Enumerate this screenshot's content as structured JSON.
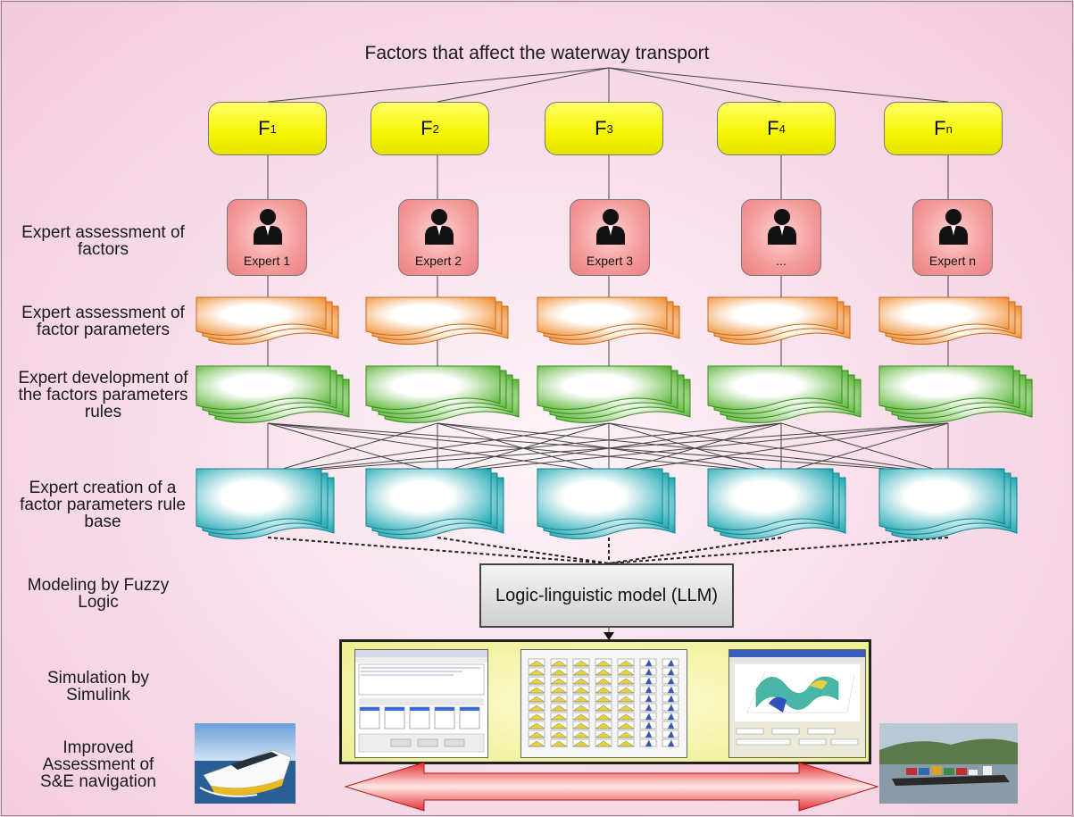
{
  "title": "Factors that affect the waterway transport",
  "row_labels": {
    "experts": "Expert assessment of factors",
    "parameters": "Expert assessment of factor parameters",
    "rules": "Expert development of the factors parameters rules",
    "rule_base": "Expert creation of a factor parameters rule base",
    "modeling": "Modeling by Fuzzy Logic",
    "simulation": "Simulation by Simulink",
    "improved": "Improved Assessment of S&E navigation"
  },
  "factors": [
    {
      "letter": "F",
      "index": "1"
    },
    {
      "letter": "F",
      "index": "2"
    },
    {
      "letter": "F",
      "index": "3"
    },
    {
      "letter": "F",
      "index": "4"
    },
    {
      "letter": "F",
      "index": "n"
    }
  ],
  "experts": [
    "Expert 1",
    "Expert 2",
    "Expert 3",
    "...",
    "Expert n"
  ],
  "model_label": "Logic-linguistic model (LLM)",
  "colors": {
    "factor_box": "#f5f500",
    "expert_box": "#f49a9a",
    "parameter_docs": "#f08c2e",
    "rule_docs": "#55b430",
    "rule_base_docs": "#1fa8b4",
    "arrow": "#e03030"
  },
  "icons": [
    "user-icon"
  ]
}
